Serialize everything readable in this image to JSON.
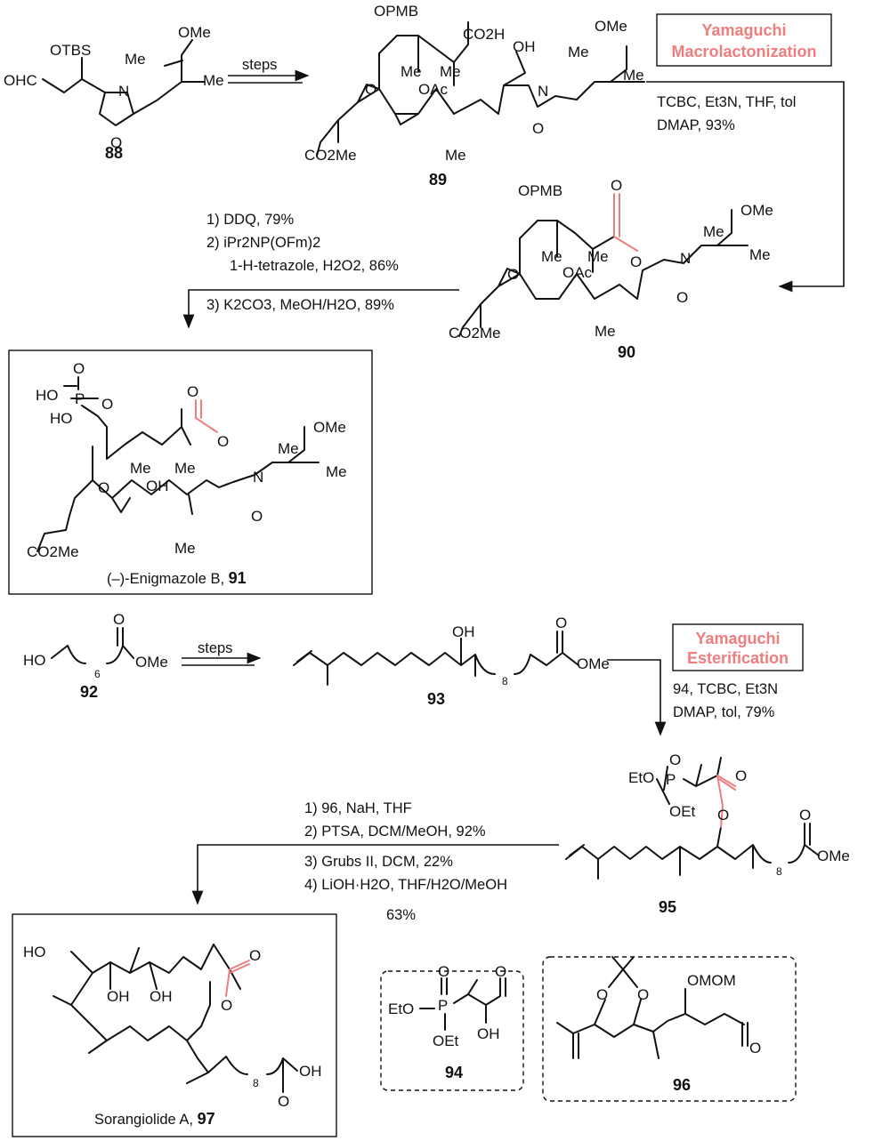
{
  "compounds": {
    "c88": {
      "number": "88",
      "labels": {
        "otbs": "OTBS",
        "ohc": "OHC",
        "ome": "OMe",
        "me": "Me",
        "n": "N",
        "o": "O"
      }
    },
    "c89": {
      "number": "89",
      "labels": {
        "opmb": "OPMB",
        "co2h": "CO2H",
        "oh": "OH",
        "ome": "OMe",
        "me": "Me",
        "oac": "OAc",
        "o": "O",
        "n": "N",
        "co2me": "CO2Me"
      }
    },
    "c90": {
      "number": "90",
      "labels": {
        "opmb": "OPMB",
        "o": "O",
        "ome": "OMe",
        "me": "Me",
        "oac": "OAc",
        "n": "N",
        "co2me": "CO2Me"
      }
    },
    "c91": {
      "number": "91",
      "name": "(–)-Enigmazole B, ",
      "labels": {
        "o": "O",
        "ho": "HO",
        "p": "P",
        "ome": "OMe",
        "me": "Me",
        "oh": "OH",
        "n": "N",
        "co2me": "CO2Me"
      }
    },
    "c92": {
      "number": "92",
      "labels": {
        "ho": "HO",
        "o": "O",
        "ome": "OMe",
        "sub": "6"
      }
    },
    "c93": {
      "number": "93",
      "labels": {
        "oh": "OH",
        "o": "O",
        "ome": "OMe",
        "sub": "8"
      }
    },
    "c94": {
      "number": "94",
      "labels": {
        "o": "O",
        "p": "P",
        "eto": "EtO",
        "oet": "OEt",
        "oh": "OH"
      }
    },
    "c95": {
      "number": "95",
      "labels": {
        "o": "O",
        "p": "P",
        "eto": "EtO",
        "oet": "OEt",
        "ome": "OMe",
        "sub": "8"
      }
    },
    "c96": {
      "number": "96",
      "labels": {
        "o": "O",
        "omom": "OMOM"
      }
    },
    "c97": {
      "number": "97",
      "name": "Sorangiolide A, ",
      "labels": {
        "ho": "HO",
        "oh": "OH",
        "o": "O",
        "sub": "8"
      }
    }
  },
  "arrows": {
    "a1": {
      "label": "steps"
    },
    "a2": {
      "badge": [
        "Yamaguchi",
        "Macrolactonization"
      ],
      "conditions": [
        "TCBC, Et3N, THF, tol",
        "DMAP, 93%"
      ]
    },
    "a3": {
      "conditions": [
        "1) DDQ, 79%",
        "2) iPr2NP(OFm)2",
        "1-H-tetrazole, H2O2, 86%",
        "3) K2CO3, MeOH/H2O, 89%"
      ]
    },
    "a4": {
      "label": "steps"
    },
    "a5": {
      "badge": [
        "Yamaguchi",
        "Esterification"
      ],
      "conditions": [
        "94, TCBC, Et3N",
        "DMAP, tol, 79%"
      ]
    },
    "a6": {
      "conditions": [
        "1) 96, NaH, THF",
        "2) PTSA, DCM/MeOH, 92%",
        "3) Grubs II, DCM, 22%",
        "4) LiOH·H2O, THF/H2O/MeOH",
        "63%"
      ]
    }
  },
  "colors": {
    "accent": "#ef7d7d",
    "ink": "#111111"
  }
}
